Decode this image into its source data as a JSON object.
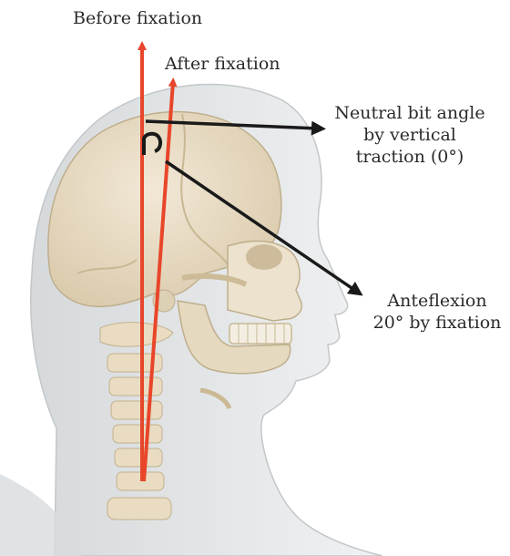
{
  "labels": {
    "before_fixation": "Before fixation",
    "after_fixation": "After fixation",
    "neutral_line1": "Neutral bit angle",
    "neutral_line2": "by vertical",
    "neutral_line3": "traction (0°)",
    "ante_line1": "Anteflexion",
    "ante_line2": "20° by fixation"
  },
  "colors": {
    "red_arrow": "#e8462a",
    "black_arrow": "#1a1a1a",
    "skull": "#eadfc8",
    "soft_tissue": "#dfe2e3"
  }
}
